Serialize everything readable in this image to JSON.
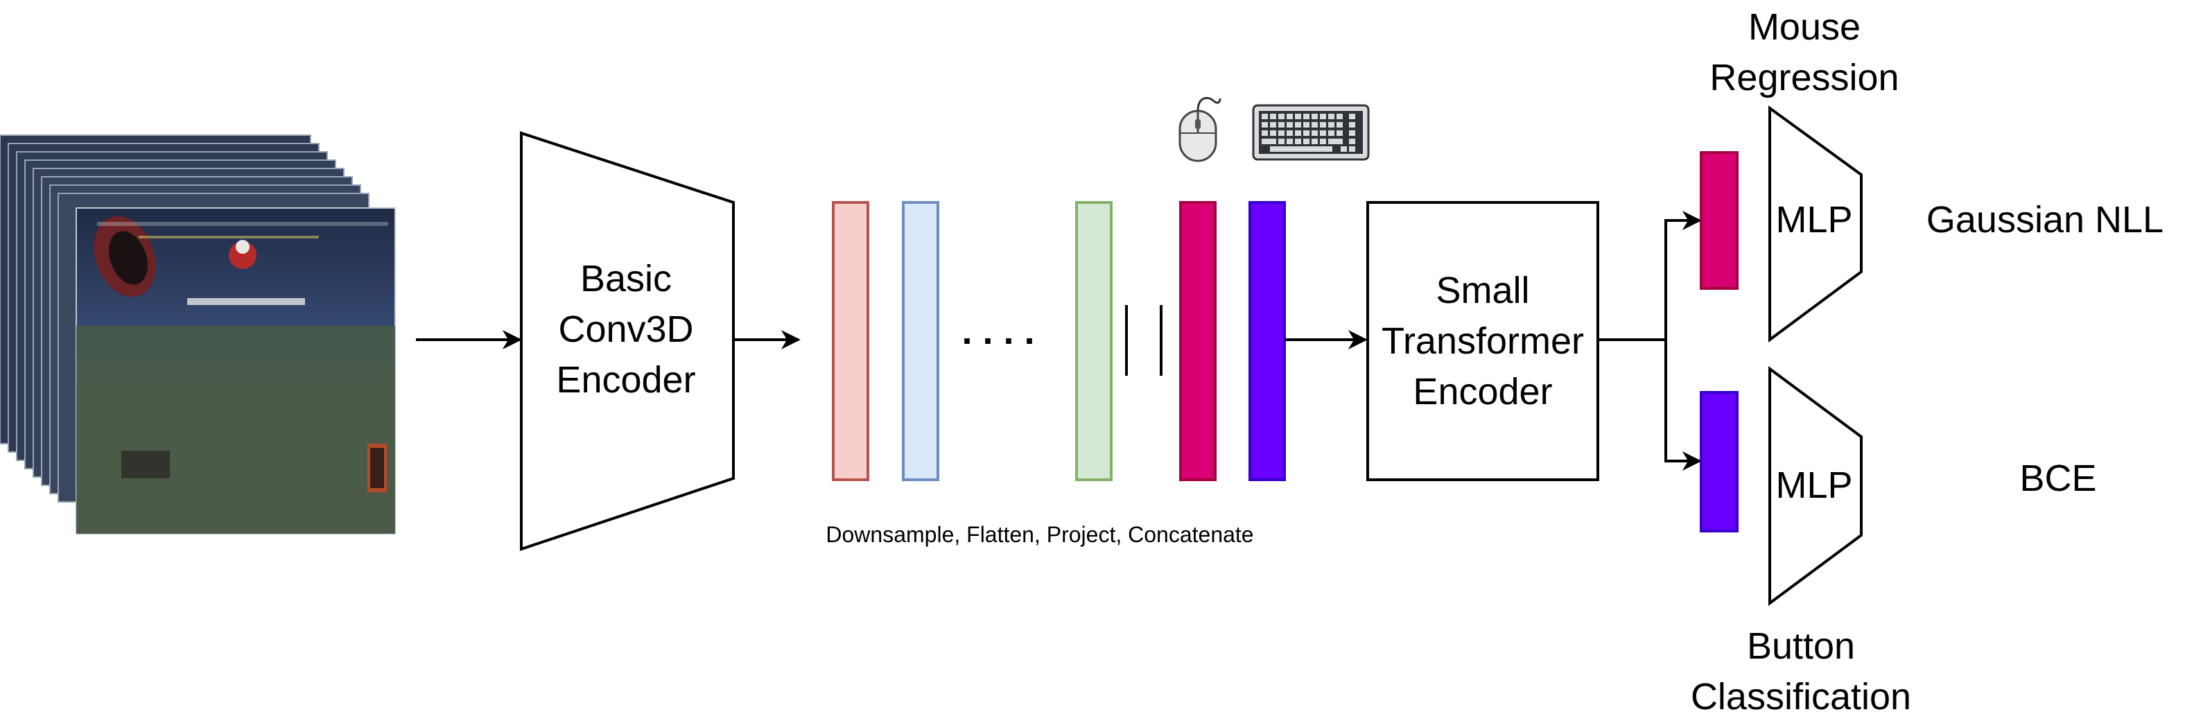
{
  "encoder": {
    "lines": [
      "Basic",
      "Conv3D",
      "Encoder"
    ]
  },
  "transformer": {
    "lines": [
      "Small",
      "Transformer",
      "Encoder"
    ]
  },
  "tokens": {
    "caption": "Downsample, Flatten, Project, Concatenate",
    "ellipsis": ". . . .",
    "colors": {
      "red": {
        "fill": "#f8cecc",
        "stroke": "#b85450"
      },
      "blue": {
        "fill": "#dae8fc",
        "stroke": "#6c8ebf"
      },
      "green": {
        "fill": "#d5e8d4",
        "stroke": "#82b366"
      },
      "mouse": {
        "fill": "#d80073",
        "stroke": "#a50040"
      },
      "keyboard": {
        "fill": "#6a00ff",
        "stroke": "#3700cc"
      }
    }
  },
  "heads": {
    "mouse": {
      "title_lines": [
        "Mouse",
        "Regression"
      ],
      "mlp_label": "MLP",
      "loss": "Gaussian NLL"
    },
    "button": {
      "title_lines": [
        "Button",
        "Classification"
      ],
      "mlp_label": "MLP",
      "loss": "BCE"
    }
  },
  "icons": {
    "input": "game-frames-stack",
    "mouse": "mouse-icon",
    "keyboard": "keyboard-icon"
  },
  "colors": {
    "line": "#000000",
    "background": "#ffffff"
  }
}
